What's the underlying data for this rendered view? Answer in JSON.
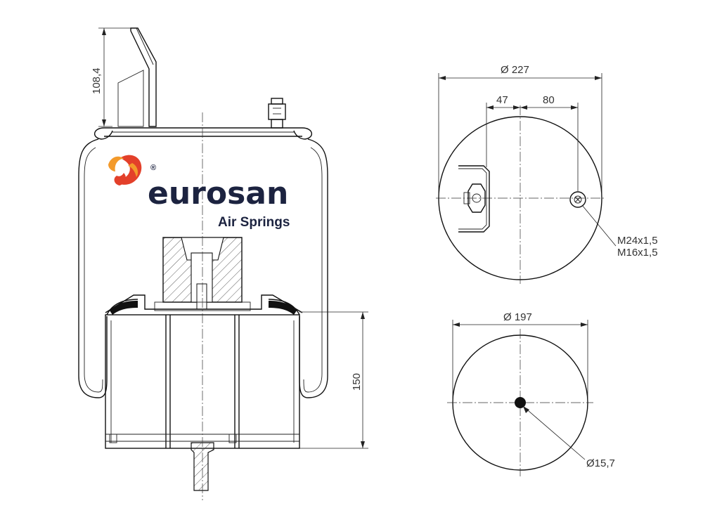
{
  "logo": {
    "brand": "eurosan",
    "tagline": "Air Springs",
    "registered": "®",
    "colors": {
      "flame_primary": "#e3402a",
      "flame_secondary": "#f39a2b",
      "text": "#1c2340"
    }
  },
  "side_view": {
    "dimensions": {
      "bracket_height": "108,4",
      "piston_height": "150"
    }
  },
  "top_view": {
    "dimensions": {
      "outer_diameter": "Ø 227",
      "offset_left": "47",
      "offset_right": "80"
    },
    "thread_callout": {
      "line1": "M24x1,5",
      "line2": "M16x1,5"
    }
  },
  "bottom_view": {
    "dimensions": {
      "outer_diameter": "Ø 197",
      "hole_diameter": "Ø15,7"
    }
  }
}
